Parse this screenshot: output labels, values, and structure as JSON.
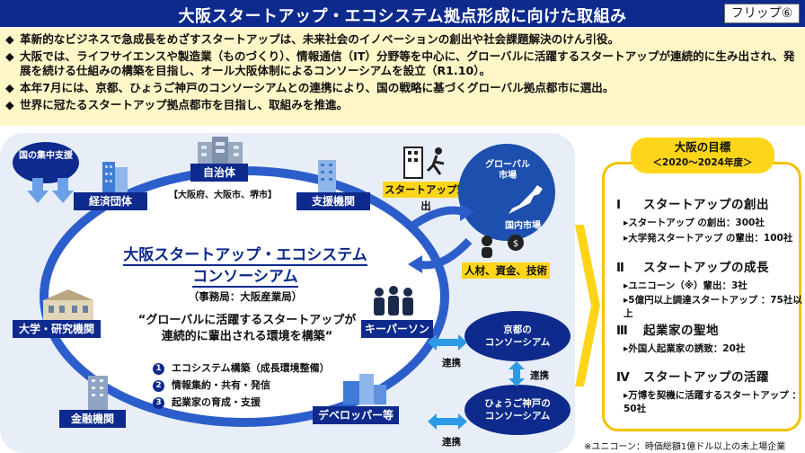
{
  "header": {
    "title": "大阪スタートアップ・エコシステム拠点形成に向けた取組み",
    "badge": "フリップ⑥"
  },
  "summary": {
    "bullet_mark": "◆",
    "items": [
      "革新的なビジネスで急成長をめざすスタートアップは、未来社会のイノベーションの創出や社会課題解決のけん引役。",
      "大阪では、ライフサイエンスや製造業（ものづくり）、情報通信（IT）分野等を中心に、グローバルに活躍するスタートアップが連続的に生み出され、発展を続ける仕組みの構築を目指し、オール大阪体制によるコンソーシアムを設立（R1.10）。",
      "本年7月には、京都、ひょうご神戸のコンソーシアムとの連携により、国の戦略に基づくグローバル拠点都市に選出。",
      "世界に冠たるスタートアップ拠点都市を目指し、取組みを推進。"
    ]
  },
  "diagram": {
    "kuni": "国の集中支援",
    "members": {
      "jichitai": "自治体",
      "jichitai_sub": "【大阪府、大阪市、堺市】",
      "keizai": "経済団体",
      "shien": "支援機関",
      "daigaku": "大学・研究機関",
      "kinyu": "金融機関",
      "developer": "デベロッパー等",
      "keyperson": "キーパーソン"
    },
    "consortium_title_line1": "大阪スタートアップ・エコシステム",
    "consortium_title_line2": "コンソーシアム",
    "office": "（事務局：大阪産業局）",
    "mission_line1": "“グローバルに活躍するスタートアップが",
    "mission_line2": "連続的に輩出される環境を構築“",
    "pillars": [
      {
        "num": "1",
        "text": "エコシステム構築（成長環境整備）"
      },
      {
        "num": "2",
        "text": "情報集約・共有・発信"
      },
      {
        "num": "3",
        "text": "起業家の育成・支援"
      }
    ],
    "global_market": "グローバル市場",
    "domestic_market": "国内市場",
    "startup_emerge": "スタートアップ輩出",
    "resources": "人材、資金、技術",
    "kyoto": "京都の\nコンソーシアム",
    "hyogo": "ひょうご神戸の\nコンソーシアム",
    "renkei": "連携"
  },
  "goals": {
    "heading": "大阪の目標",
    "period": "＜2020～2024年度＞",
    "sections": [
      {
        "num": "Ⅰ",
        "title": "スタートアップの創出",
        "lines": [
          "▸スタートアップ の創出：300社",
          "▸大学発スタートアップ の輩出：100社"
        ]
      },
      {
        "num": "Ⅱ",
        "title": "スタートアップの成長",
        "lines": [
          "▸ユニコーン（※）輩出：3社",
          "▸5億円以上調達スタートアップ ：75社以上"
        ]
      },
      {
        "num": "Ⅲ",
        "title": "起業家の聖地",
        "lines": [
          "▸外国人起業家の誘致：20社"
        ]
      },
      {
        "num": "Ⅳ",
        "title": "スタートアップの活躍",
        "lines": [
          "▸万博を契機に活躍するスタートアップ ：50社"
        ]
      }
    ],
    "footnote": "※ユニコーン：時価総額1億ドル以上の未上場企業"
  },
  "colors": {
    "navy": "#0d2a8c",
    "blue": "#2c5ecb",
    "yellow": "#ffd51a",
    "cream": "#fff7c8"
  }
}
